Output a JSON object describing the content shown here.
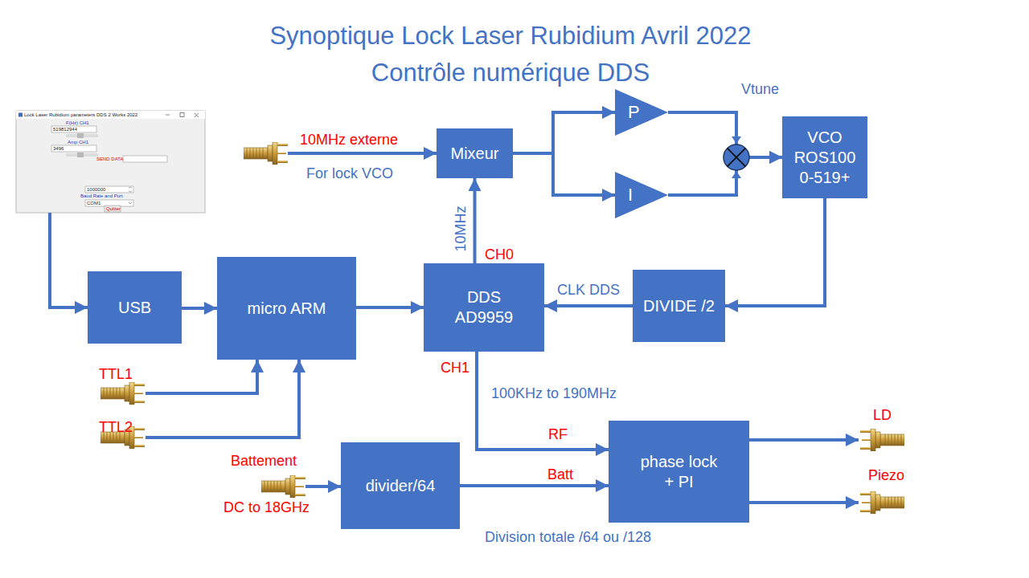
{
  "diagram": {
    "title": "Synoptique Lock Laser Rubidium Avril 2022 Contrôle numérique DDS",
    "nodes": [
      {
        "text": [
          "Lock Laser Rubidium parameters DDS 2 Works 2022",
          "F(Hz) CH1",
          "519812944",
          "Amp CH1",
          "3496",
          "SEND DATA",
          "1000000",
          "Baud Rate and Port",
          "COM1",
          "Quitter"
        ]
      },
      {
        "text": [
          "Mixeur"
        ]
      },
      {
        "text": [
          "P"
        ]
      },
      {
        "text": [
          "I"
        ]
      },
      {
        "text": [
          "VCO ROS100 0-519+"
        ]
      },
      {
        "text": [
          "USB"
        ]
      },
      {
        "text": [
          "micro ARM"
        ]
      },
      {
        "text": [
          "DDS AD9959"
        ]
      },
      {
        "text": [
          "DIVIDE /2"
        ]
      },
      {
        "text": [
          "divider/64"
        ]
      },
      {
        "text": [
          "phase lock + PI"
        ]
      }
    ],
    "edges": [
      {
        "from": 0,
        "to": 5,
        "arrow": "to"
      },
      {
        "from": 5,
        "to": 6,
        "arrow": "to"
      },
      {
        "from": 6,
        "to": 7,
        "arrow": "to"
      },
      {
        "from": 7,
        "to": 1,
        "label": "10MHz",
        "arrow": "to"
      },
      {
        "from": 1,
        "to": 2,
        "arrow": "to"
      },
      {
        "from": 1,
        "to": 3,
        "arrow": "to"
      },
      {
        "from": 2,
        "to": 4,
        "arrow": "to"
      },
      {
        "from": 3,
        "to": 4,
        "arrow": "to"
      },
      {
        "from": 4,
        "to": 8,
        "arrow": "to"
      },
      {
        "from": 8,
        "to": 7,
        "label": "CLK DDS",
        "arrow": "to"
      },
      {
        "from": 7,
        "to": 10,
        "label": "RF",
        "arrow": "to"
      },
      {
        "from": 9,
        "to": 10,
        "label": "Batt",
        "arrow": "to"
      }
    ],
    "labels": [
      "10MHz externe",
      "For lock VCO",
      "Vtune",
      "CH0",
      "CH1",
      "100KHz to 190MHz",
      "TTL1",
      "TTL2",
      "Battement",
      "DC to 18GHz",
      "LD",
      "Piezo",
      "Division totale /64 ou /128"
    ]
  }
}
